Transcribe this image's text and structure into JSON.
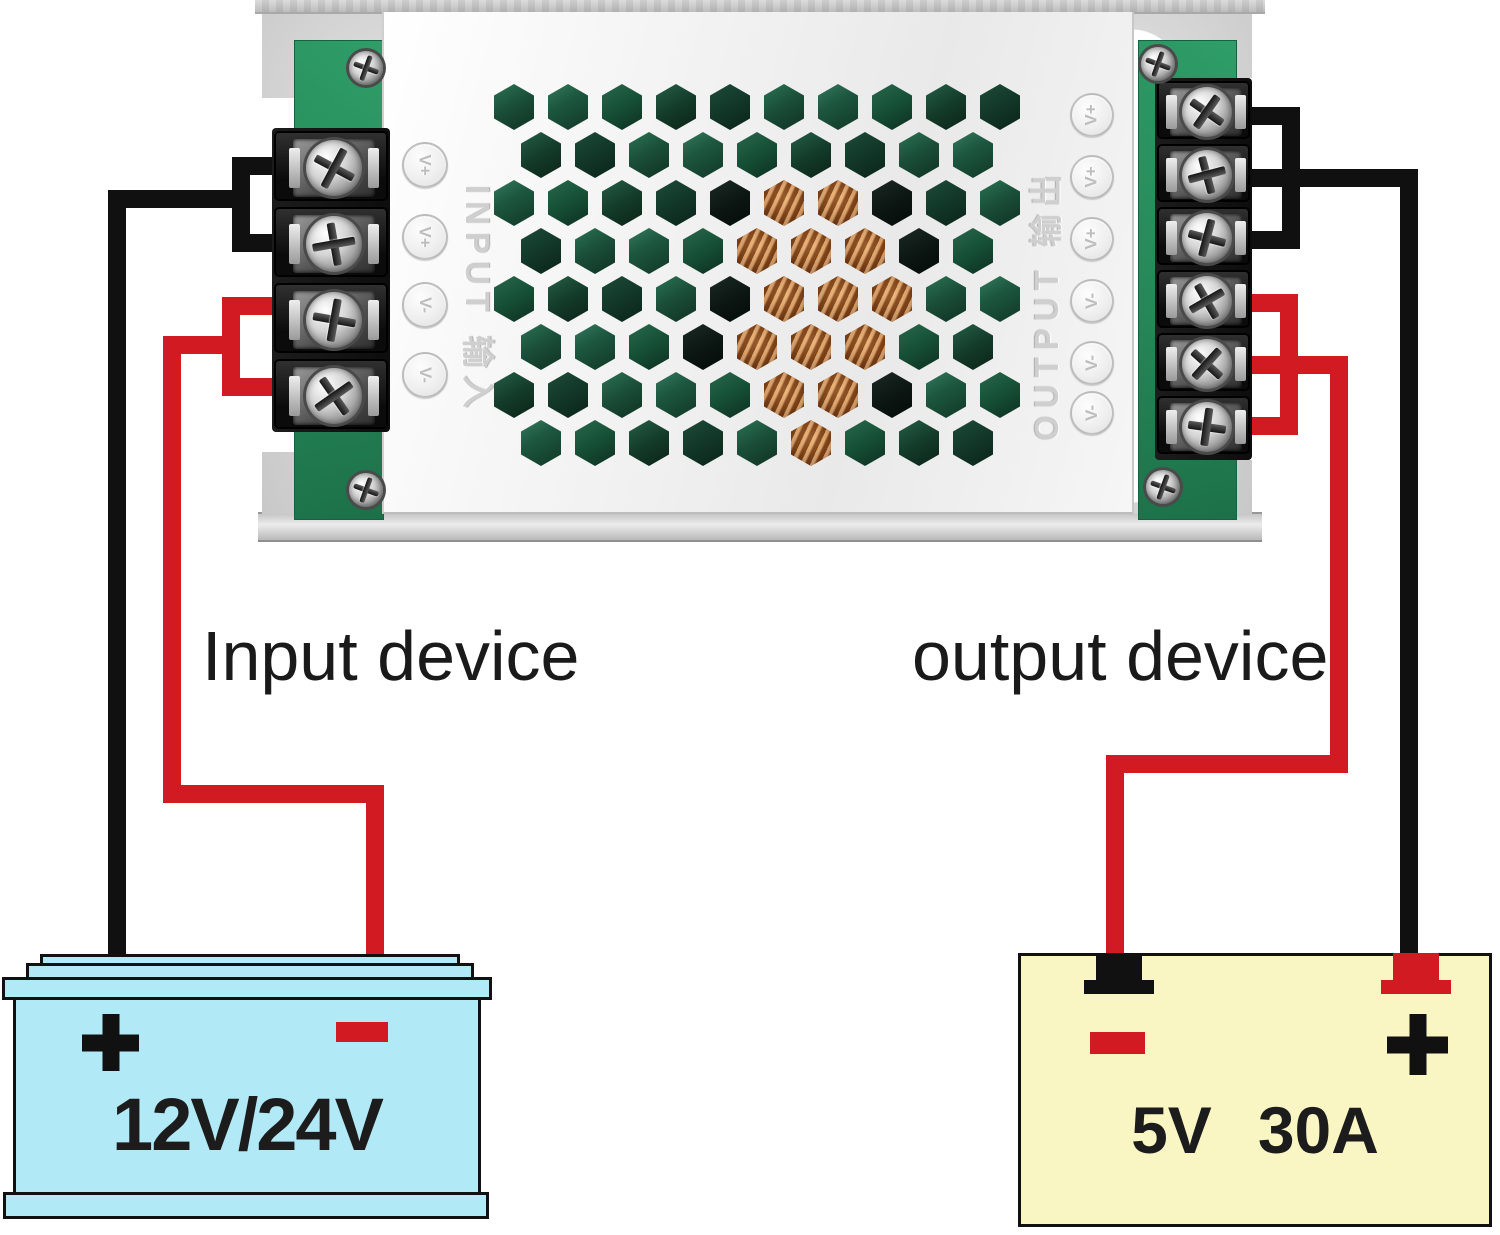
{
  "module": {
    "input_panel_label": "INPUT 输入",
    "output_panel_label": "OUTPUT 输出",
    "input_terminal_stamps": [
      "V+",
      "V+",
      "V-",
      "V-"
    ],
    "output_terminal_stamps": [
      "V+",
      "V+",
      "V+",
      "V-",
      "V-",
      "V-"
    ]
  },
  "annotations": {
    "input_device": "Input device",
    "output_device": "output device"
  },
  "battery": {
    "label": "12V/24V",
    "positive_symbol": "+",
    "negative_symbol": "-"
  },
  "load": {
    "voltage": "5V",
    "current": "30A",
    "positive_symbol": "+",
    "negative_symbol": "-"
  },
  "colors": {
    "wire_red": "#d11a21",
    "wire_black": "#101010",
    "battery_fill": "#b2e9f6",
    "load_fill": "#f9f6c4",
    "pcb_green": "#2f9e68",
    "copper": "#b46c30"
  }
}
